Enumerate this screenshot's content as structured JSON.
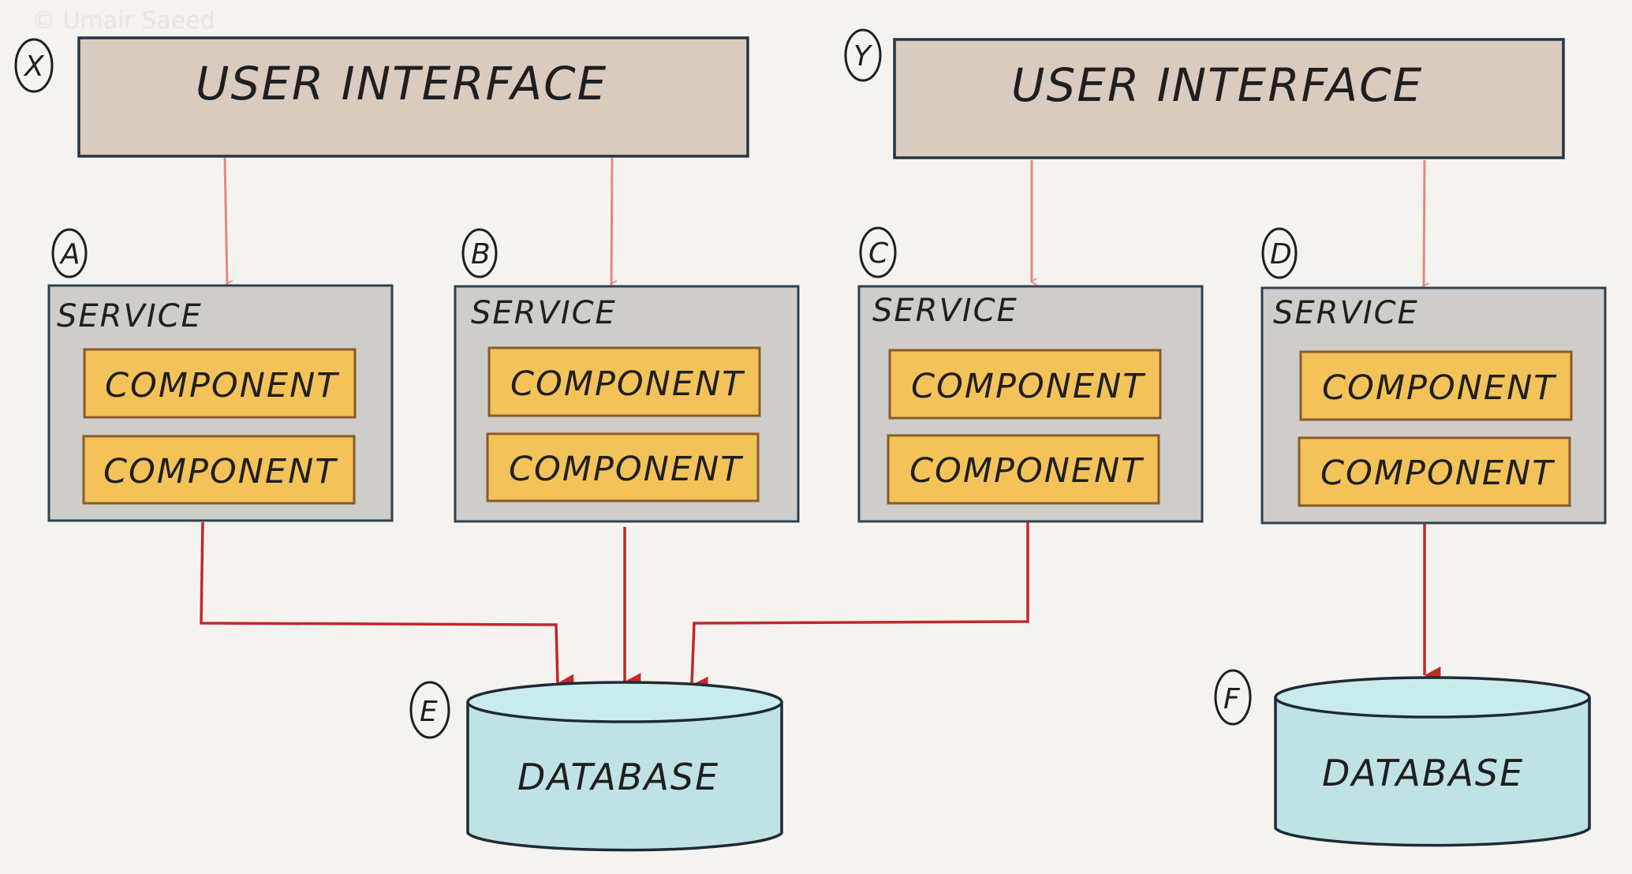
{
  "watermark": "© Umair Saeed",
  "user_interfaces": [
    {
      "id": "X",
      "label": "USER INTERFACE"
    },
    {
      "id": "Y",
      "label": "USER INTERFACE"
    }
  ],
  "services": [
    {
      "id": "A",
      "label": "SERVICE",
      "components": [
        "COMPONENT",
        "COMPONENT"
      ]
    },
    {
      "id": "B",
      "label": "SERVICE",
      "components": [
        "COMPONENT",
        "COMPONENT"
      ]
    },
    {
      "id": "C",
      "label": "SERVICE",
      "components": [
        "COMPONENT",
        "COMPONENT"
      ]
    },
    {
      "id": "D",
      "label": "SERVICE",
      "components": [
        "COMPONENT",
        "COMPONENT"
      ]
    }
  ],
  "databases": [
    {
      "id": "E",
      "label": "DATABASE"
    },
    {
      "id": "F",
      "label": "DATABASE"
    }
  ],
  "colors": {
    "background": "#f5f3f0",
    "ui_fill": "#dacbbf",
    "service_fill": "#cfcdca",
    "component_fill": "#f3c35a",
    "database_fill": "#bfe3e5",
    "ui_arrow": "#e58585",
    "db_arrow": "#c0282d"
  }
}
